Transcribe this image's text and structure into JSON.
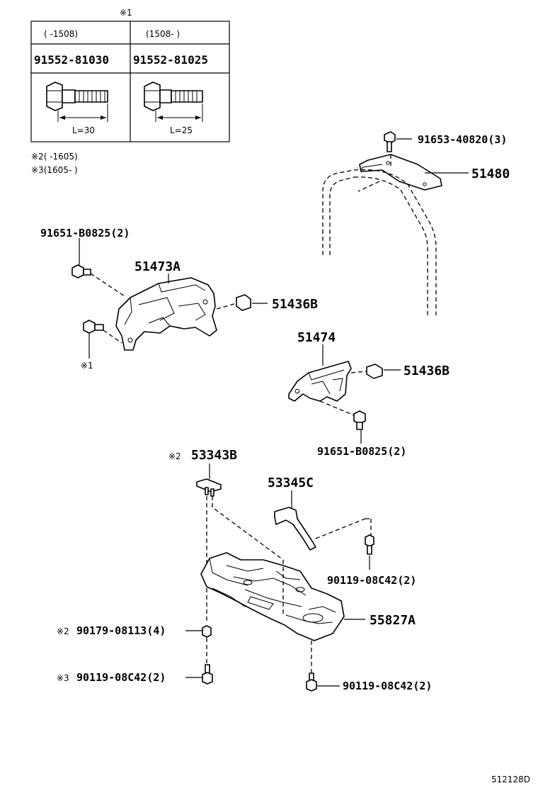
{
  "note_table": {
    "marker": "※1",
    "col1_range": "(      -1508)",
    "col2_range": "(1508-      )",
    "col1_part": "91552-81030",
    "col2_part": "91552-81025",
    "col1_length": "L=30",
    "col2_length": "L=25"
  },
  "notes": {
    "note2": "※2(      -1605)",
    "note3": "※3(1605-      )"
  },
  "callouts": {
    "c_91653": "91653-40820(3)",
    "c_51480": "51480",
    "c_91651_a": "91651-B0825(2)",
    "c_51473A": "51473A",
    "c_51436B_a": "51436B",
    "c_mark1": "※1",
    "c_51474": "51474",
    "c_51436B_b": "51436B",
    "c_91651_b": "91651-B0825(2)",
    "c_53343B_mark": "※2",
    "c_53343B": "53343B",
    "c_53345C": "53345C",
    "c_90119_a": "90119-08C42(2)",
    "c_55827A": "55827A",
    "c_90179_mark": "※2",
    "c_90179": "90179-08113(4)",
    "c_90119_b_mark": "※3",
    "c_90119_b": "90119-08C42(2)",
    "c_90119_c": "90119-08C42(2)"
  },
  "diagram_code": "512128D"
}
